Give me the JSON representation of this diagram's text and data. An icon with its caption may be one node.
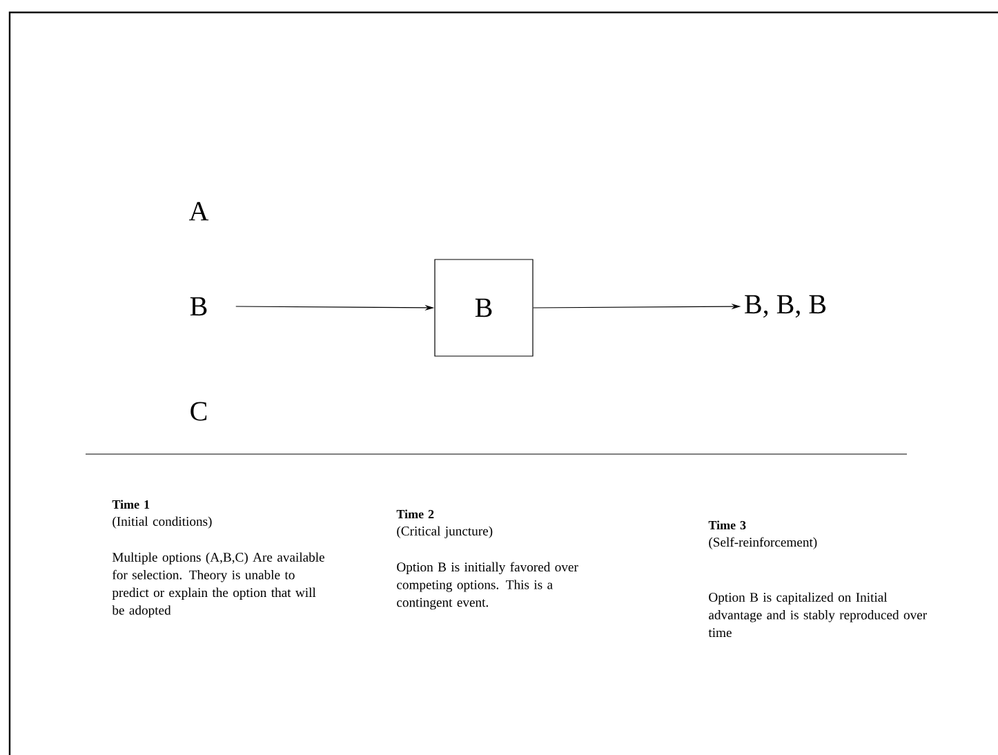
{
  "diagram": {
    "nodes": [
      {
        "text": [
          "A"
        ]
      },
      {
        "text": [
          "B"
        ]
      },
      {
        "text": [
          "C"
        ]
      },
      {
        "text": [
          "B"
        ]
      },
      {
        "text": [
          "B, B, B"
        ]
      }
    ],
    "edges": [
      {
        "from": 1,
        "to": 3,
        "arrow": "to"
      },
      {
        "from": 3,
        "to": 4,
        "arrow": "to"
      }
    ],
    "labels": [
      "Time 1",
      "(Initial conditions)",
      "Multiple options (A,B,C) Are available for selection. Theory is unable to predict or explain  the option that will be adopted",
      "Time 2",
      "(Critical juncture)",
      "Option B is initially favored over competing options. This is a contingent event.",
      "Time 3",
      "(Self-reinforcement)",
      "Option B is capitalized on Initial advantage and is stably reproduced over time"
    ]
  }
}
